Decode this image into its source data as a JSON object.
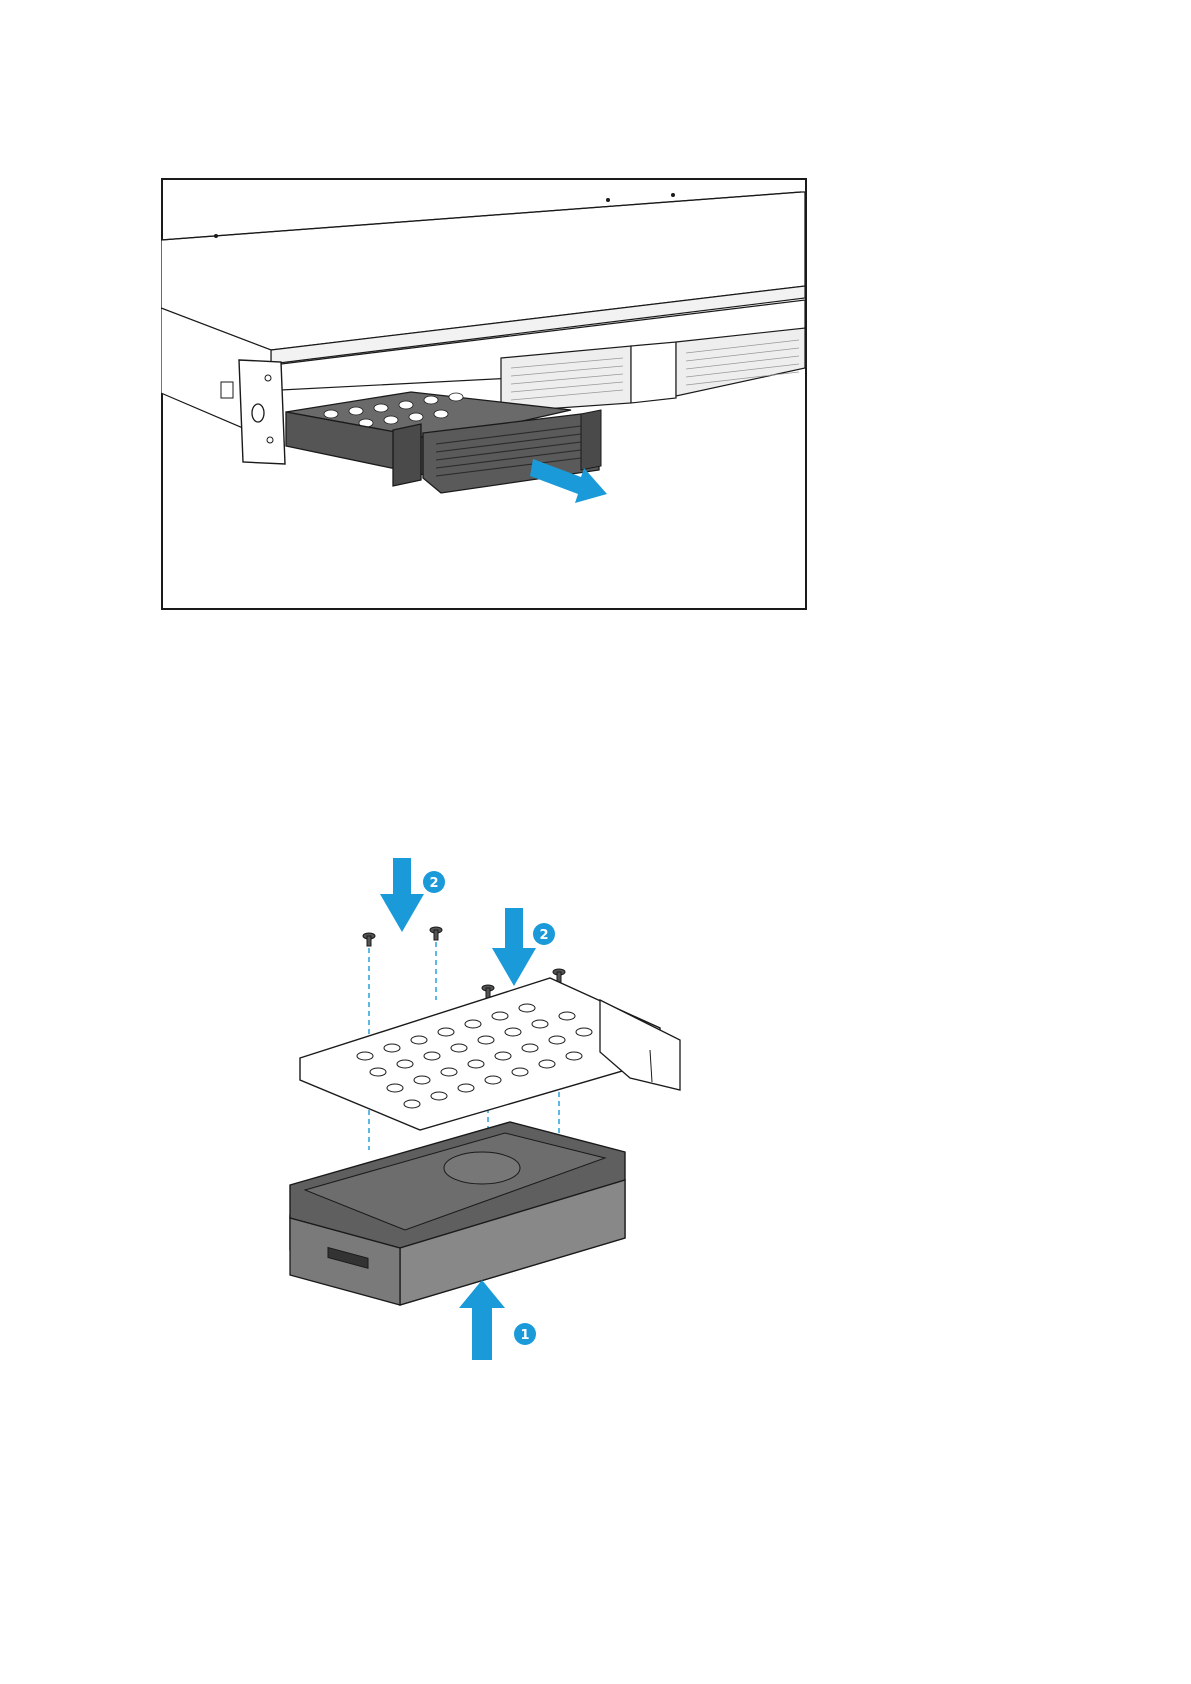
{
  "figures": [
    {
      "id": "remove-tray",
      "callouts": []
    },
    {
      "id": "install-drive-tray",
      "callouts": [
        {
          "label": "2"
        },
        {
          "label": "2"
        },
        {
          "label": "1"
        }
      ]
    }
  ],
  "colors": {
    "accent_arrow": "#1a9ad9",
    "outline": "#1a1a1a",
    "tray_dark": "#5a5a5a",
    "drive_body": "#7a7a7a"
  }
}
